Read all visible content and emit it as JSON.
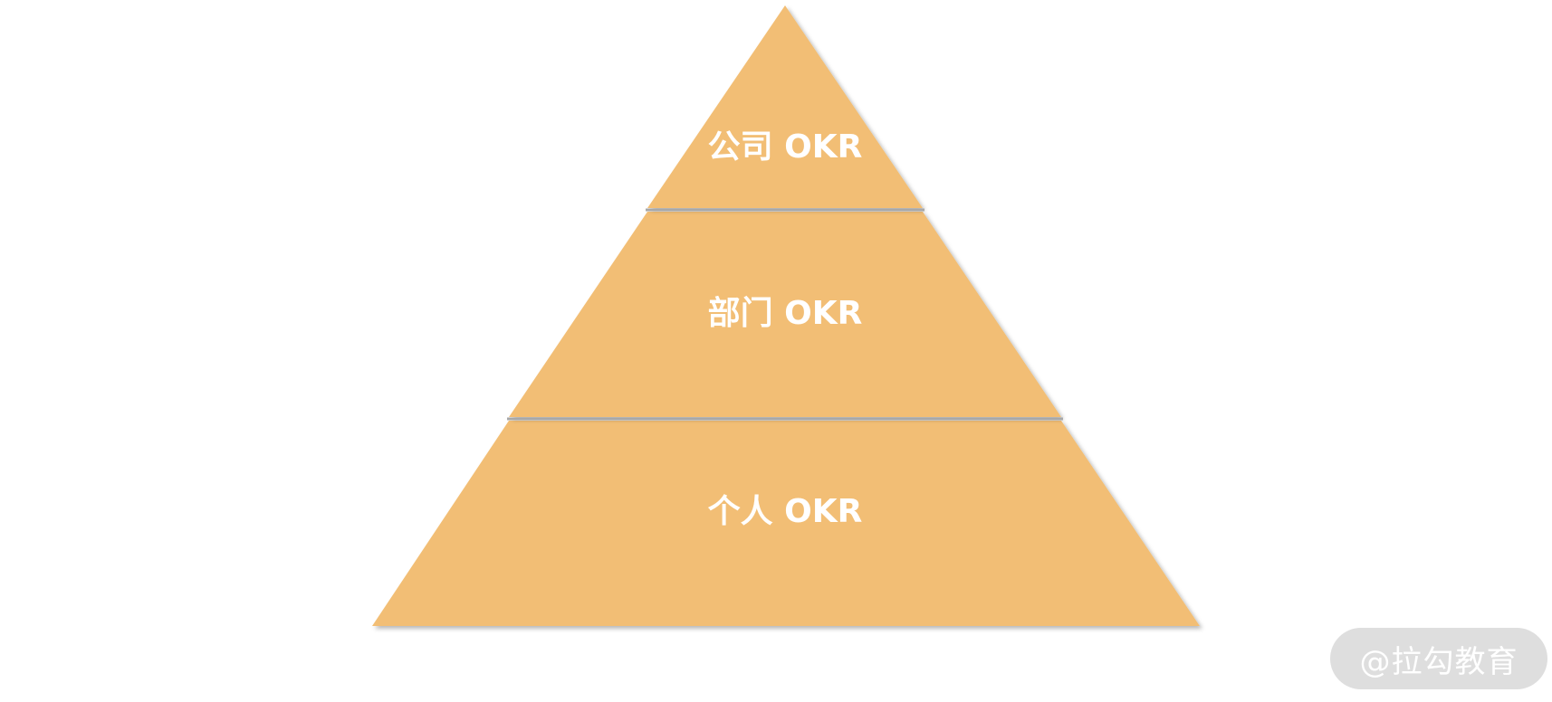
{
  "diagram": {
    "type": "pyramid",
    "fill_color": "#f2be74",
    "divider_color": "#a8a8a8",
    "label_color": "#ffffff",
    "tiers": [
      {
        "label": "公司 OKR"
      },
      {
        "label": "部门 OKR"
      },
      {
        "label": "个人 OKR"
      }
    ]
  },
  "watermark": {
    "text": "@拉勾教育"
  }
}
